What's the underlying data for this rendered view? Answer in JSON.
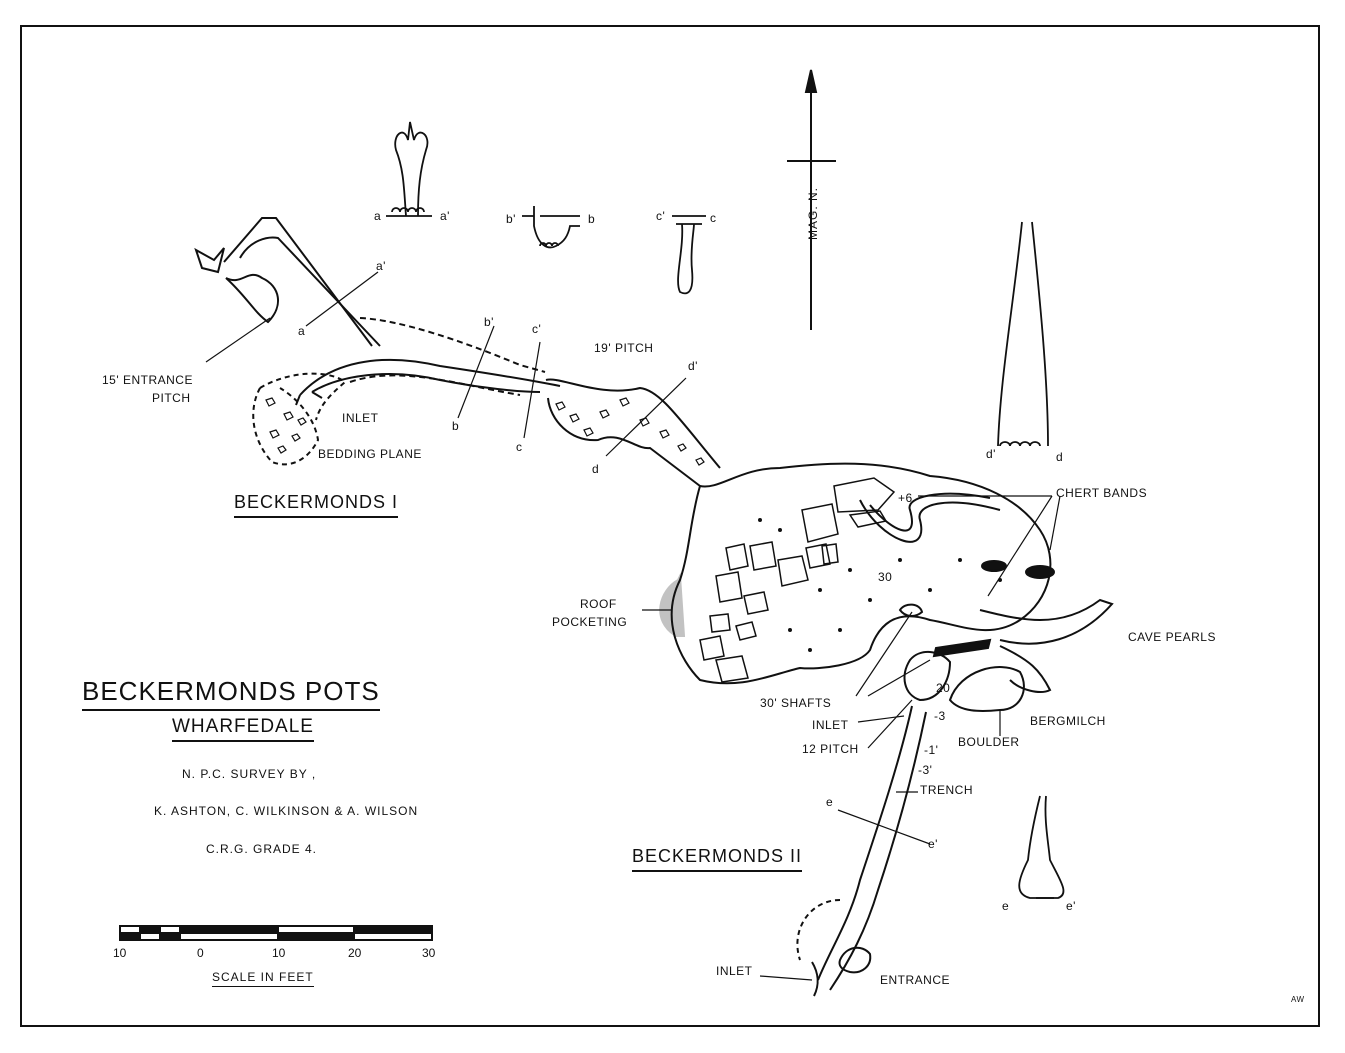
{
  "title": "BECKERMONDS POTS",
  "subtitle": "WHARFEDALE",
  "credits": {
    "line1": "N. P.C. SURVEY BY ,",
    "line2": "K. ASHTON, C. WILKINSON & A. WILSON",
    "line3": "C.R.G. GRADE 4."
  },
  "scale": {
    "title": "SCALE IN FEET",
    "ticks": [
      "10",
      "0",
      "10",
      "20",
      "30"
    ]
  },
  "north_label": "MAG. N.",
  "caves": {
    "cave1_title": "BECKERMONDS I",
    "cave2_title": "BECKERMONDS II"
  },
  "labels": {
    "entrance_pitch_1": "15' ENTRANCE",
    "entrance_pitch_2": "PITCH",
    "inlet_1": "INLET",
    "bedding_plane": "BEDDING PLANE",
    "pitch_19": "19' PITCH",
    "chert_bands": "CHERT BANDS",
    "plus6": "+6",
    "thirty": "30",
    "roof_pocketing_1": "ROOF",
    "roof_pocketing_2": "POCKETING",
    "cave_pearls": "CAVE PEARLS",
    "shafts_30": "30' SHAFTS",
    "inlet_2": "INLET",
    "pitch_12": "12 PITCH",
    "twenty": "20",
    "minus3_a": "-3",
    "minus1": "-1'",
    "minus3_b": "-3'",
    "bergmilch": "BERGMILCH",
    "boulder": "BOULDER",
    "trench": "TRENCH",
    "inlet_3": "INLET",
    "entrance": "ENTRANCE",
    "initials": "AW"
  },
  "sections": {
    "a": "a",
    "a_prime": "a'",
    "b": "b",
    "b_prime": "b'",
    "c": "c",
    "c_prime": "c'",
    "d": "d",
    "d_prime": "d'",
    "e": "e",
    "e_prime": "e'"
  }
}
